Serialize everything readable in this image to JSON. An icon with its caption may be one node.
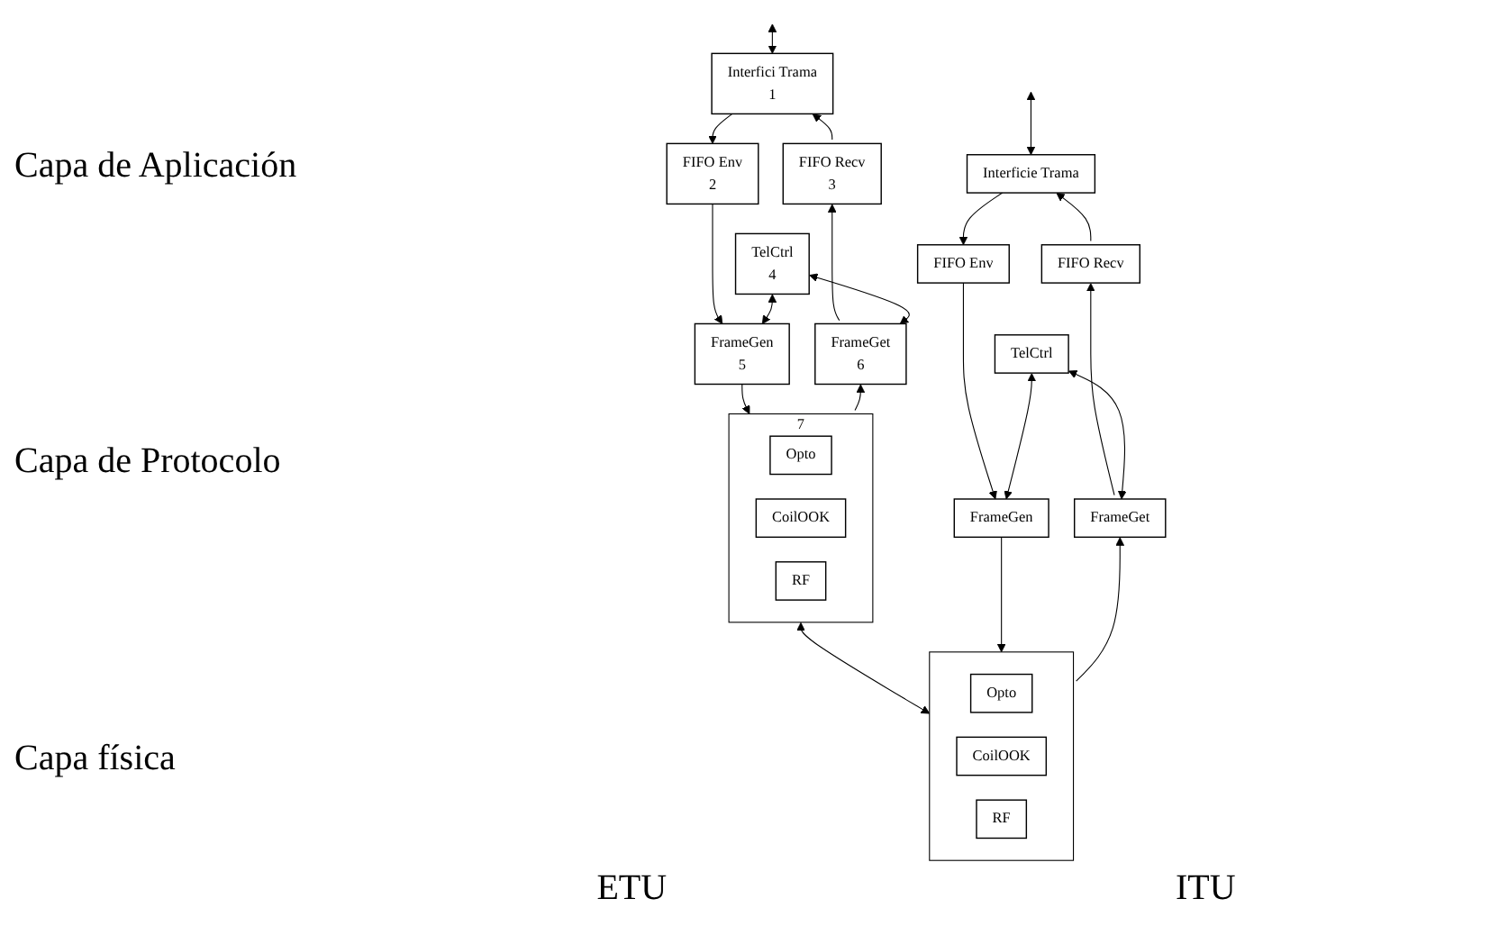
{
  "diagram": {
    "nodes": [
      {
        "text": [
          "Interfici Trama",
          "1"
        ]
      },
      {
        "text": [
          "FIFO Env",
          "2"
        ]
      },
      {
        "text": [
          "FIFO Recv",
          "3"
        ]
      },
      {
        "text": [
          "TelCtrl",
          "4"
        ]
      },
      {
        "text": [
          "FrameGen",
          "5"
        ]
      },
      {
        "text": [
          "FrameGet",
          "6"
        ]
      },
      {
        "text": [
          "7"
        ]
      },
      {
        "text": [
          "Opto"
        ],
        "in": 6
      },
      {
        "text": [
          "CoilOOK"
        ],
        "in": 6
      },
      {
        "text": [
          "RF"
        ],
        "in": 6
      },
      {
        "text": [
          "Interficie Trama"
        ]
      },
      {
        "text": [
          "FIFO Env"
        ]
      },
      {
        "text": [
          "FIFO Recv"
        ]
      },
      {
        "text": [
          "TelCtrl"
        ]
      },
      {
        "text": [
          "FrameGen"
        ]
      },
      {
        "text": [
          "FrameGet"
        ]
      },
      {
        "text": [],
        "shape": "box"
      },
      {
        "text": [
          "Opto"
        ],
        "in": 16
      },
      {
        "text": [
          "CoilOOK"
        ],
        "in": 16
      },
      {
        "text": [
          "RF"
        ],
        "in": 16
      }
    ],
    "edges": [
      {
        "from": null,
        "to": 0,
        "arrow": "both"
      },
      {
        "from": 0,
        "to": 1,
        "arrow": "to"
      },
      {
        "from": 2,
        "to": 0,
        "arrow": "to"
      },
      {
        "from": 1,
        "to": 4,
        "arrow": "to"
      },
      {
        "from": 5,
        "to": 2,
        "arrow": "to"
      },
      {
        "from": 3,
        "to": 4,
        "arrow": "both"
      },
      {
        "from": 3,
        "to": 5,
        "arrow": "both"
      },
      {
        "from": 4,
        "to": 6,
        "arrow": "to"
      },
      {
        "from": 6,
        "to": 5,
        "arrow": "to"
      },
      {
        "from": 6,
        "to": 16,
        "arrow": "both"
      },
      {
        "from": null,
        "to": 10,
        "arrow": "both"
      },
      {
        "from": 10,
        "to": 11,
        "arrow": "to"
      },
      {
        "from": 12,
        "to": 10,
        "arrow": "to"
      },
      {
        "from": 11,
        "to": 14,
        "arrow": "to"
      },
      {
        "from": 15,
        "to": 12,
        "arrow": "to"
      },
      {
        "from": 13,
        "to": 14,
        "arrow": "both"
      },
      {
        "from": 13,
        "to": 15,
        "arrow": "both"
      },
      {
        "from": 14,
        "to": 16,
        "arrow": "to"
      },
      {
        "from": 16,
        "to": 15,
        "arrow": "to"
      }
    ],
    "labels": [
      "Capa de Aplicación",
      "Capa de Protocolo",
      "Capa física",
      "ETU",
      "ITU"
    ]
  }
}
